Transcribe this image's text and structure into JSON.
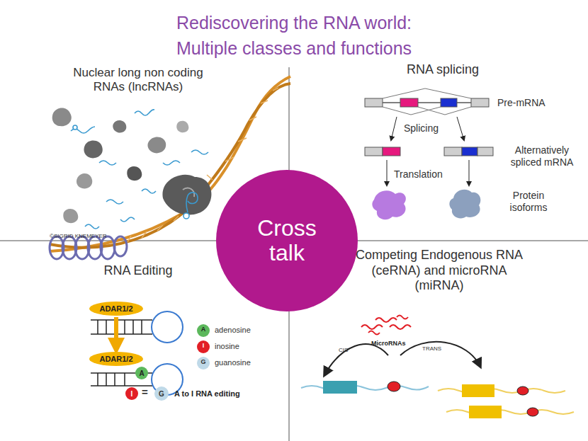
{
  "diagram": {
    "title": "Rediscovering the RNA world: Multiple classes and functions",
    "nodes": [
      {
        "text": [
          "Cross talk"
        ]
      },
      {
        "text": [
          "ADAR1/2"
        ]
      },
      {
        "text": [
          "ADAR1/2"
        ]
      },
      {
        "text": [
          "A"
        ]
      },
      {
        "text": [
          "I"
        ]
      },
      {
        "text": [
          "G"
        ]
      }
    ],
    "edges": [
      {
        "from": 1,
        "to": 2,
        "arrow": "to"
      }
    ],
    "labels": [
      "Nuclear long non coding RNAs (lncRNAs)",
      "©SIGRID KNEMEYER",
      "RNA splicing",
      "Pre-mRNA",
      "Splicing",
      "Alternatively spliced mRNA",
      "Translation",
      "Protein isoforms",
      "RNA Editing",
      "A",
      "I",
      "G",
      "=",
      "A to I RNA editing",
      "Competing Endogenous RNA (ceRNA) and microRNA (miRNA)",
      "MicroRNAs",
      "CIS",
      "TRANS"
    ],
    "legend": [
      {
        "text": "adenosine",
        "color": "#5cb85c"
      },
      {
        "text": "inosine",
        "color": "#e21f26"
      },
      {
        "text": "guanosine",
        "color": "#bfd9e8"
      }
    ]
  }
}
